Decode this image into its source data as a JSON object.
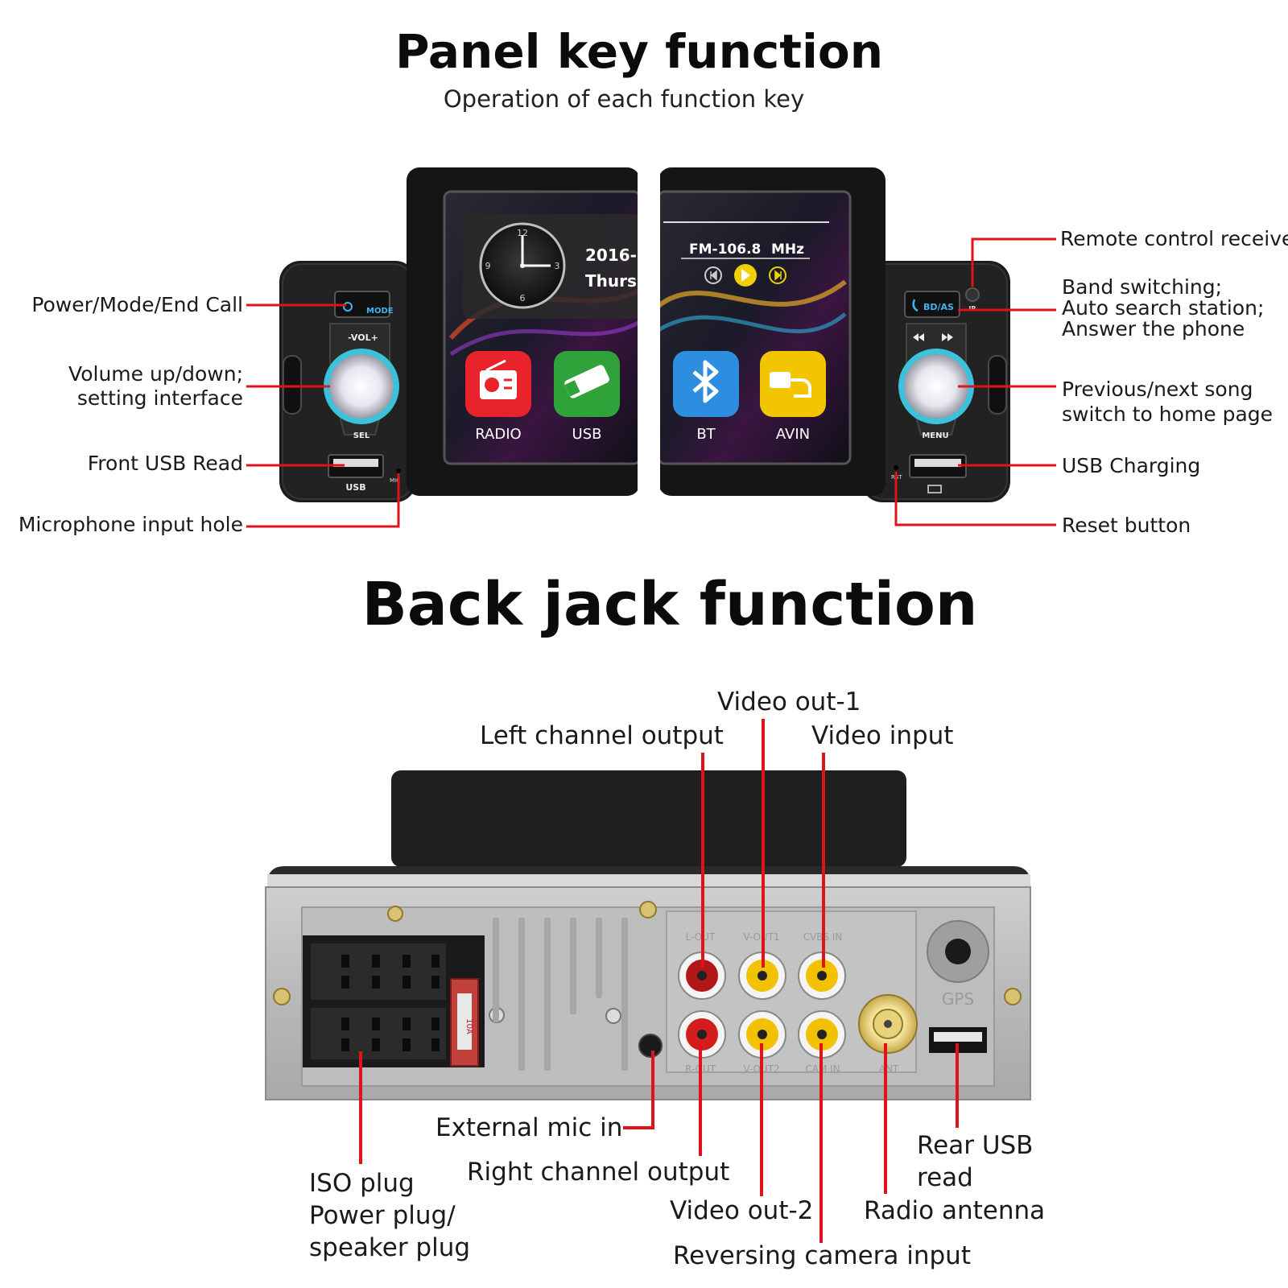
{
  "panel": {
    "title": "Panel key function",
    "subtitle": "Operation of each function key",
    "labels": {
      "power_mode": "Power/Mode/End Call",
      "volume_l1": "Volume up/down;",
      "volume_l2": "setting interface",
      "front_usb": "Front USB Read",
      "mic_hole": "Microphone input hole",
      "remote": "Remote control receiver",
      "band_l1": "Band switching;",
      "band_l2": "Auto search station;",
      "band_l3": "Answer the phone",
      "prev_l1": "Previous/next song",
      "prev_l2": "switch to home page",
      "usb_charging": "USB Charging",
      "reset": "Reset button"
    },
    "device": {
      "mode_btn": "MODE",
      "vol": "-VOL+",
      "sel": "SEL",
      "usb": "USB",
      "mic": "MIC",
      "bdas": "BD/AS",
      "ir": "IR",
      "menu": "MENU",
      "rst": "RST",
      "date": "2016-",
      "day": "Thurs",
      "fm": "FM-106.8",
      "mhz": "MHz",
      "clock_12": "12",
      "clock_3": "3",
      "clock_6": "6",
      "clock_9": "9",
      "apps": [
        "RADIO",
        "USB",
        "BT",
        "AVIN"
      ]
    }
  },
  "back": {
    "title": "Back jack function",
    "labels": {
      "video_out1": "Video out-1",
      "left_out": "Left channel output",
      "video_in": "Video input",
      "ext_mic": "External mic in",
      "iso_l1": "ISO plug",
      "iso_l2": "Power plug/",
      "iso_l3": "speaker plug",
      "right_out": "Right channel output",
      "video_out2": "Video out-2",
      "reverse_cam": "Reversing camera input",
      "rear_usb_l1": "Rear USB",
      "rear_usb_l2": "read",
      "radio_ant": "Radio antenna"
    },
    "engraved": {
      "lout": "L-OUT",
      "vout1": "V-OUT1",
      "cvbsin": "CVBS IN",
      "rout": "R-OUT",
      "vout2": "V-OUT2",
      "camin": "CAM IN",
      "ant": "ANT",
      "gps": "GPS",
      "fuse": "10A"
    }
  },
  "colors": {
    "callout": "#e0121b",
    "rca_yellow": "#f2c200",
    "rca_red": "#d31c1c",
    "knob_glow": "#3fd3ee",
    "radio_tile": "#e8232c",
    "usb_tile": "#2fa23a",
    "bt_tile": "#2d8ee0",
    "avin_tile": "#f3c400"
  }
}
